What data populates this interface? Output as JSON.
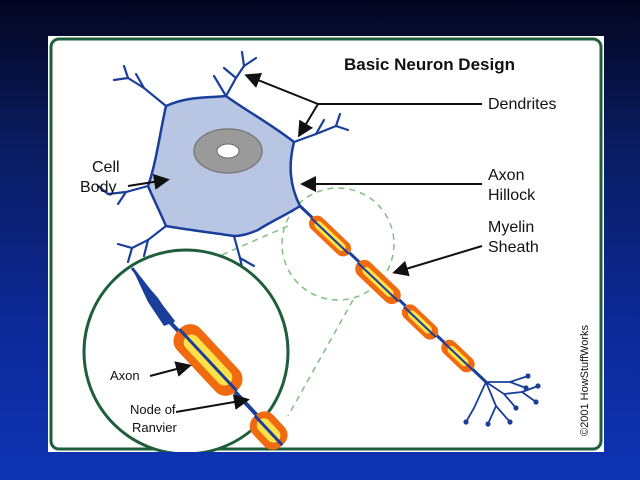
{
  "title": "Basic Neuron Design",
  "labels": {
    "dendrites": "Dendrites",
    "cell_body_line1": "Cell",
    "cell_body_line2": "Body",
    "axon_hillock_line1": "Axon",
    "axon_hillock_line2": "Hillock",
    "myelin_sheath_line1": "Myelin",
    "myelin_sheath_line2": "Sheath",
    "axon": "Axon",
    "node_of_ranvier_line1": "Node of",
    "node_of_ranvier_line2": "Ranvier"
  },
  "credit": "©2001 HowStuffWorks",
  "colors": {
    "frame_green": "#1f5e3a",
    "soma_fill": "#b8c6e4",
    "neuron_outline": "#1a3f9a",
    "myelin_orange": "#f06a10",
    "myelin_yellow": "#ffe24a",
    "zoom_dash": "#7fc07f"
  }
}
